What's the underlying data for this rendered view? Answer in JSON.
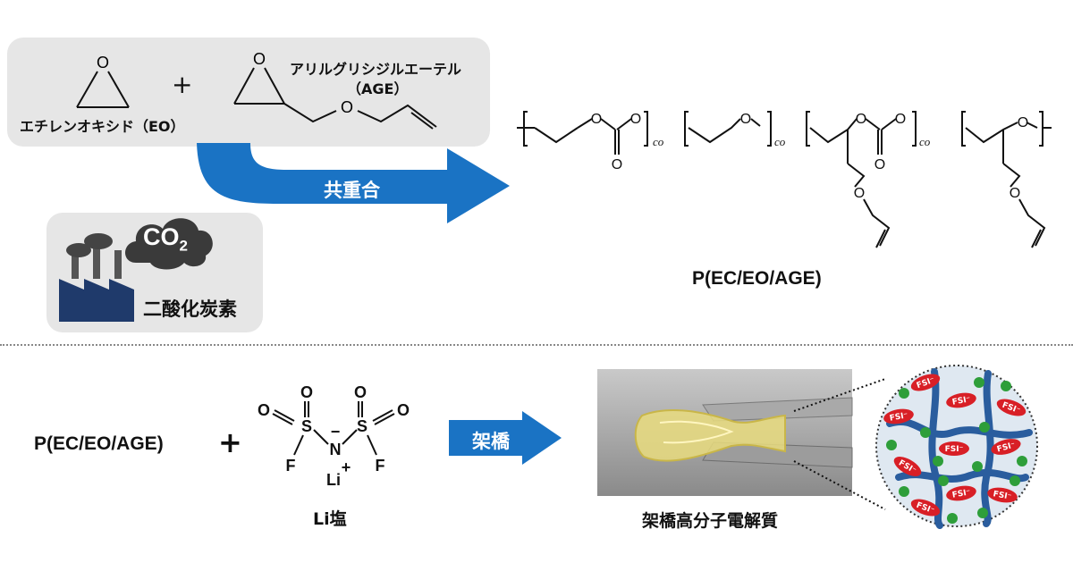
{
  "top": {
    "eo_label": "エチレンオキシド（EO）",
    "age_label_1": "アリルグリシジルエーテル",
    "age_label_2": "（AGE）",
    "plus": "+",
    "co2_main": "CO",
    "co2_sub": "2",
    "co2_label": "二酸化炭素",
    "reaction_label": "共重合",
    "polymer_name": "P(EC/EO/AGE)",
    "co_text": "co",
    "atom_O": "O"
  },
  "bottom": {
    "polymer_name": "P(EC/EO/AGE)",
    "plus": "+",
    "li_salt_label": "Li塩",
    "reaction_label": "架橋",
    "product_label": "架橋高分子電解質",
    "fsi_label": "FSI⁻",
    "li_label": "Li⁺",
    "atoms": {
      "O": "O",
      "S": "S",
      "N": "N",
      "F": "F",
      "Li": "Li",
      "plus": "+",
      "minus": "−"
    }
  },
  "colors": {
    "arrow": "#1a73c4",
    "panel": "#e6e6e6",
    "factory": "#1f3a6b",
    "cloud": "#3a3a3a",
    "fsi": "#d81f26",
    "li": "#2e9e3a",
    "network": "#2a5d9e"
  }
}
